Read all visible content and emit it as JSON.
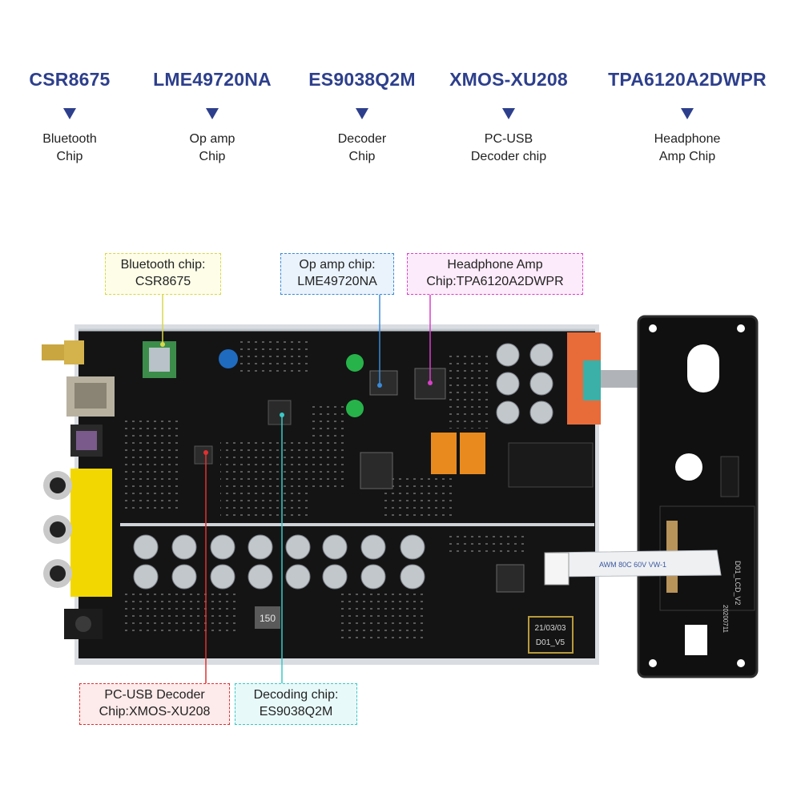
{
  "chips": [
    {
      "name": "CSR8675",
      "desc": [
        "Bluetooth",
        "Chip"
      ]
    },
    {
      "name": "LME49720NA",
      "desc": [
        "Op amp",
        "Chip"
      ]
    },
    {
      "name": "ES9038Q2M",
      "desc": [
        "Decoder",
        "Chip"
      ]
    },
    {
      "name": "XMOS-XU208",
      "desc": [
        "PC-USB",
        "Decoder chip"
      ]
    },
    {
      "name": "TPA6120A2DWPR",
      "desc": [
        "Headphone",
        "Amp Chip"
      ]
    }
  ],
  "callouts": {
    "bluetooth": {
      "line1": "Bluetooth chip:",
      "line2": "CSR8675",
      "color": "#e8e84a"
    },
    "opamp": {
      "line1": "Op amp chip:",
      "line2": "LME49720NA",
      "color": "#3a8ad8"
    },
    "headphone": {
      "line1": "Headphone Amp",
      "line2": "Chip:TPA6120A2DWPR",
      "color": "#d840c8"
    },
    "pcusb": {
      "line1": "PC-USB Decoder",
      "line2": "Chip:XMOS-XU208",
      "color": "#e23030"
    },
    "decoding": {
      "line1": "Decoding chip:",
      "line2": "ES9038Q2M",
      "color": "#3ac8c8"
    }
  },
  "board_labels": {
    "inductor": "150",
    "date_tag": "21/03/03",
    "version_tag": "D01_V5",
    "ribbon": "AWM 80C 60V VW-1",
    "side_pcb_id": "D01_LCD_V2",
    "side_pcb_date": "20200711"
  },
  "colors": {
    "title_blue": "#2d3f8c",
    "pcb": "#141414",
    "rca_yellow": "#f2d700",
    "relay_orange": "#e98a1f"
  }
}
